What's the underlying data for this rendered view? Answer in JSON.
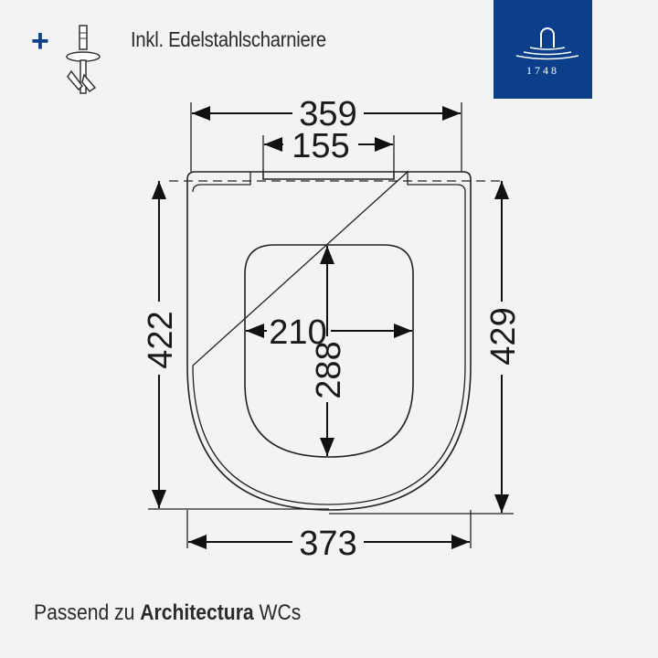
{
  "header": {
    "plus_symbol": "+",
    "hinge_icon": "hinge-icon",
    "hinge_text": "Inkl. Edelstahlscharniere"
  },
  "logo": {
    "year": "1748",
    "color": "#0b3f8c"
  },
  "dimensions": {
    "top_width": "359",
    "hinge_distance": "155",
    "length_left": "422",
    "length_right": "429",
    "opening_width": "210",
    "opening_length": "288",
    "max_width": "373"
  },
  "footer": {
    "prefix": "Passend zu ",
    "brand": "Architectura",
    "suffix": " WCs"
  }
}
